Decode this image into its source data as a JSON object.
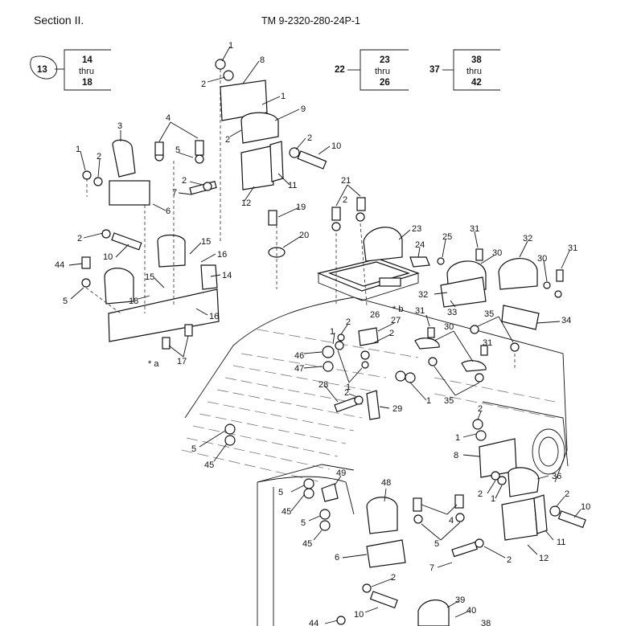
{
  "header": {
    "section": "Section II.",
    "tm_number": "TM 9-2320-280-24P-1"
  },
  "ref_boxes": [
    {
      "callout": "13",
      "from": "14",
      "thru": "thru",
      "to": "18"
    },
    {
      "callout": "22",
      "from": "23",
      "thru": "thru",
      "to": "26"
    },
    {
      "callout": "37",
      "from": "38",
      "thru": "thru",
      "to": "42"
    }
  ],
  "callouts": {
    "c1": "1",
    "c2": "2",
    "c3": "3",
    "c4": "4",
    "c5": "5",
    "c6": "6",
    "c7": "7",
    "c8": "8",
    "c9": "9",
    "c10": "10",
    "c11": "11",
    "c12": "12",
    "c14": "14",
    "c15": "15",
    "c16": "16",
    "c17": "17",
    "c18": "18",
    "c19": "19",
    "c20": "20",
    "c21": "21",
    "c23": "23",
    "c24": "24",
    "c25": "25",
    "c26": "26",
    "c27": "27",
    "c28": "28",
    "c29": "29",
    "c30": "30",
    "c31": "31",
    "c32": "32",
    "c33": "33",
    "c34": "34",
    "c35": "35",
    "c36": "36",
    "c39": "39",
    "c40": "40",
    "c38": "38",
    "c44": "44",
    "c45": "45",
    "c46": "46",
    "c47": "47",
    "c48": "48",
    "c49": "49",
    "ast_a": "* a",
    "ast_b": "* b"
  }
}
